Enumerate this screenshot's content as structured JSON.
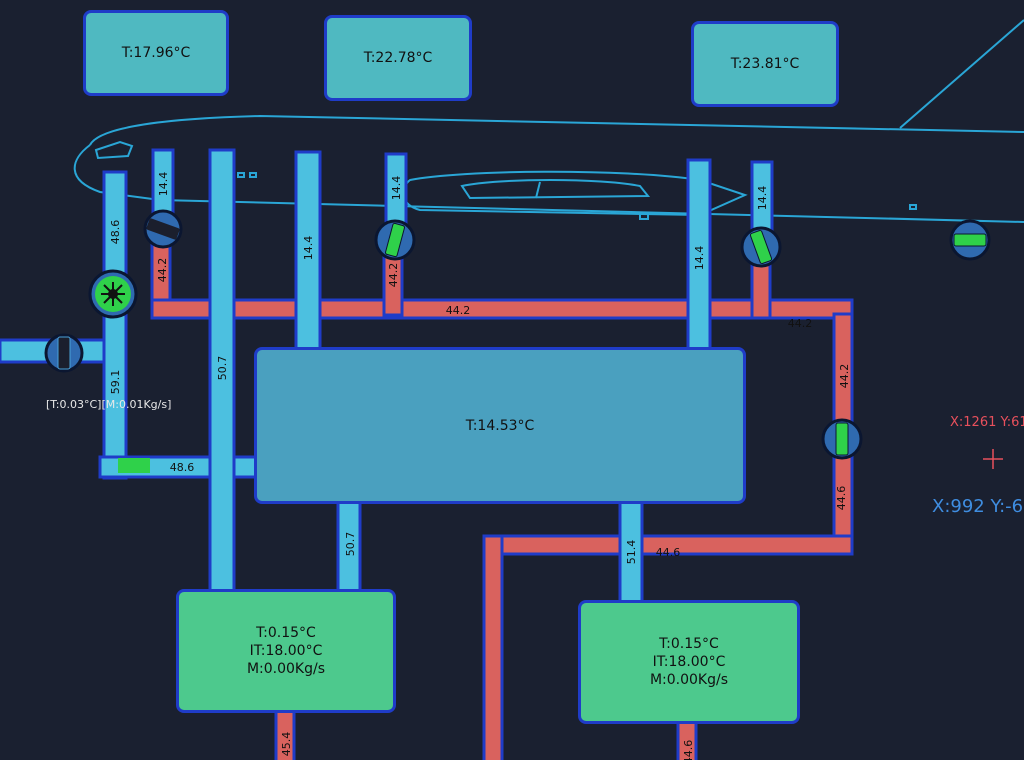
{
  "zones": {
    "left": "T:17.96°C",
    "middle": "T:22.78°C",
    "right": "T:23.81°C"
  },
  "mixer": {
    "temp": "T:14.53°C"
  },
  "pack_left": {
    "temp": "T:0.15°C",
    "inlet_temp": "IT:18.00°C",
    "mass_flow": "M:0.00Kg/s"
  },
  "pack_right": {
    "temp": "T:0.15°C",
    "inlet_temp": "IT:18.00°C",
    "mass_flow": "M:0.00Kg/s"
  },
  "intake_readout": "[T:0.03°C][M:0.01Kg/s]",
  "cursor": {
    "red": "X:1261 Y:61",
    "blue": "X:992 Y:-6"
  },
  "pipe_labels": {
    "supply_left_top": "14.4",
    "hot_left": "44.2",
    "supply_zone2": "14.4",
    "supply_zone3": "14.4",
    "hot_zone3": "44.2",
    "hot_bus_mid": "44.2",
    "supply_right1": "14.4",
    "supply_right2": "14.4",
    "hot_bus_right": "44.2",
    "hot_right_down": "44.2",
    "hot_right_lower": "44.6",
    "hot_bottom_bus": "44.6",
    "left_riser_top": "48.6",
    "left_riser_mid": "59.1",
    "left_horizontal": "48.6",
    "main_left_vertical": "50.7",
    "pack_left_feed": "50.7",
    "pack_right_feed": "51.4",
    "pack_left_out": "45.4",
    "pack_right_out": "44.6"
  },
  "colors": {
    "background": "#1a2030",
    "cold_pipe": "#4cc0e0",
    "hot_pipe": "#d9625e",
    "pipe_border": "#1f3cc8",
    "valve_open": "#2fd14a",
    "fan_active": "#2fd14a",
    "outline": "#2aa6d6"
  }
}
